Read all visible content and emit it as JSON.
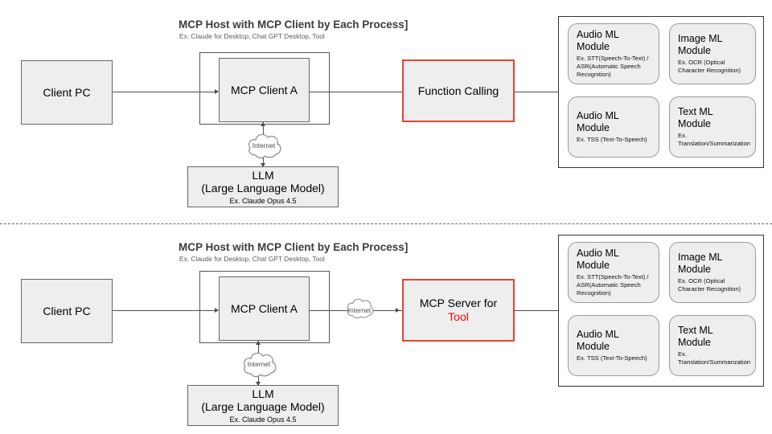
{
  "sections": [
    {
      "title": "MCP Host with MCP Client by Each Process]",
      "subtitle": "Ex. Claude for Desktop, Chat GPT Desktop, Tool",
      "client_pc": "Client PC",
      "mcp_client": "MCP Client A",
      "middle_box": {
        "line1": "Function Calling",
        "line2": ""
      },
      "llm": {
        "line1": "LLM",
        "line2": "(Large Language Model)",
        "sub": "Ex. Claude Opus 4.5"
      },
      "cloud_label": "Internet",
      "modules": [
        {
          "title_line1": "Audio ML",
          "title_line2": "Module",
          "sub": "Ex.  STT(Speech-To-Text) / ASR(Automatic Speech Recognition)"
        },
        {
          "title_line1": "Image ML",
          "title_line2": "Module",
          "sub": "Ex. OCR (Optical Character Recognition)"
        },
        {
          "title_line1": "Audio ML",
          "title_line2": "Module",
          "sub": "Ex. TSS (Text-To-Speech)"
        },
        {
          "title_line1": "Text ML Module",
          "title_line2": "",
          "sub": "Ex. Translation/Summarization"
        }
      ]
    },
    {
      "title": "MCP Host with MCP Client by Each Process]",
      "subtitle": "Ex. Claude for Desktop, Chat GPT Desktop, Tool",
      "client_pc": "Client PC",
      "mcp_client": "MCP Client A",
      "middle_box": {
        "line1": "MCP Server for",
        "line2": "Tool"
      },
      "llm": {
        "line1": "LLM",
        "line2": "(Large Language Model)",
        "sub": "Ex. Claude Opus 4.5"
      },
      "cloud_label": "Internet",
      "cloud_label_server": "Internet",
      "modules": [
        {
          "title_line1": "Audio ML",
          "title_line2": "Module",
          "sub": "Ex.  STT(Speech-To-Text) / ASR(Automatic Speech Recognition)"
        },
        {
          "title_line1": "Image ML",
          "title_line2": "Module",
          "sub": "Ex. OCR (Optical Character Recognition)"
        },
        {
          "title_line1": "Audio ML",
          "title_line2": "Module",
          "sub": "Ex. TSS (Text-To-Speech)"
        },
        {
          "title_line1": "Text ML Module",
          "title_line2": "",
          "sub": "Ex. Translation/Summarization"
        }
      ]
    }
  ],
  "colors": {
    "accent_red": "#e94235",
    "tool_red": "#ff0000",
    "box_fill": "#eeeeee",
    "line": "#4d4d4d"
  }
}
